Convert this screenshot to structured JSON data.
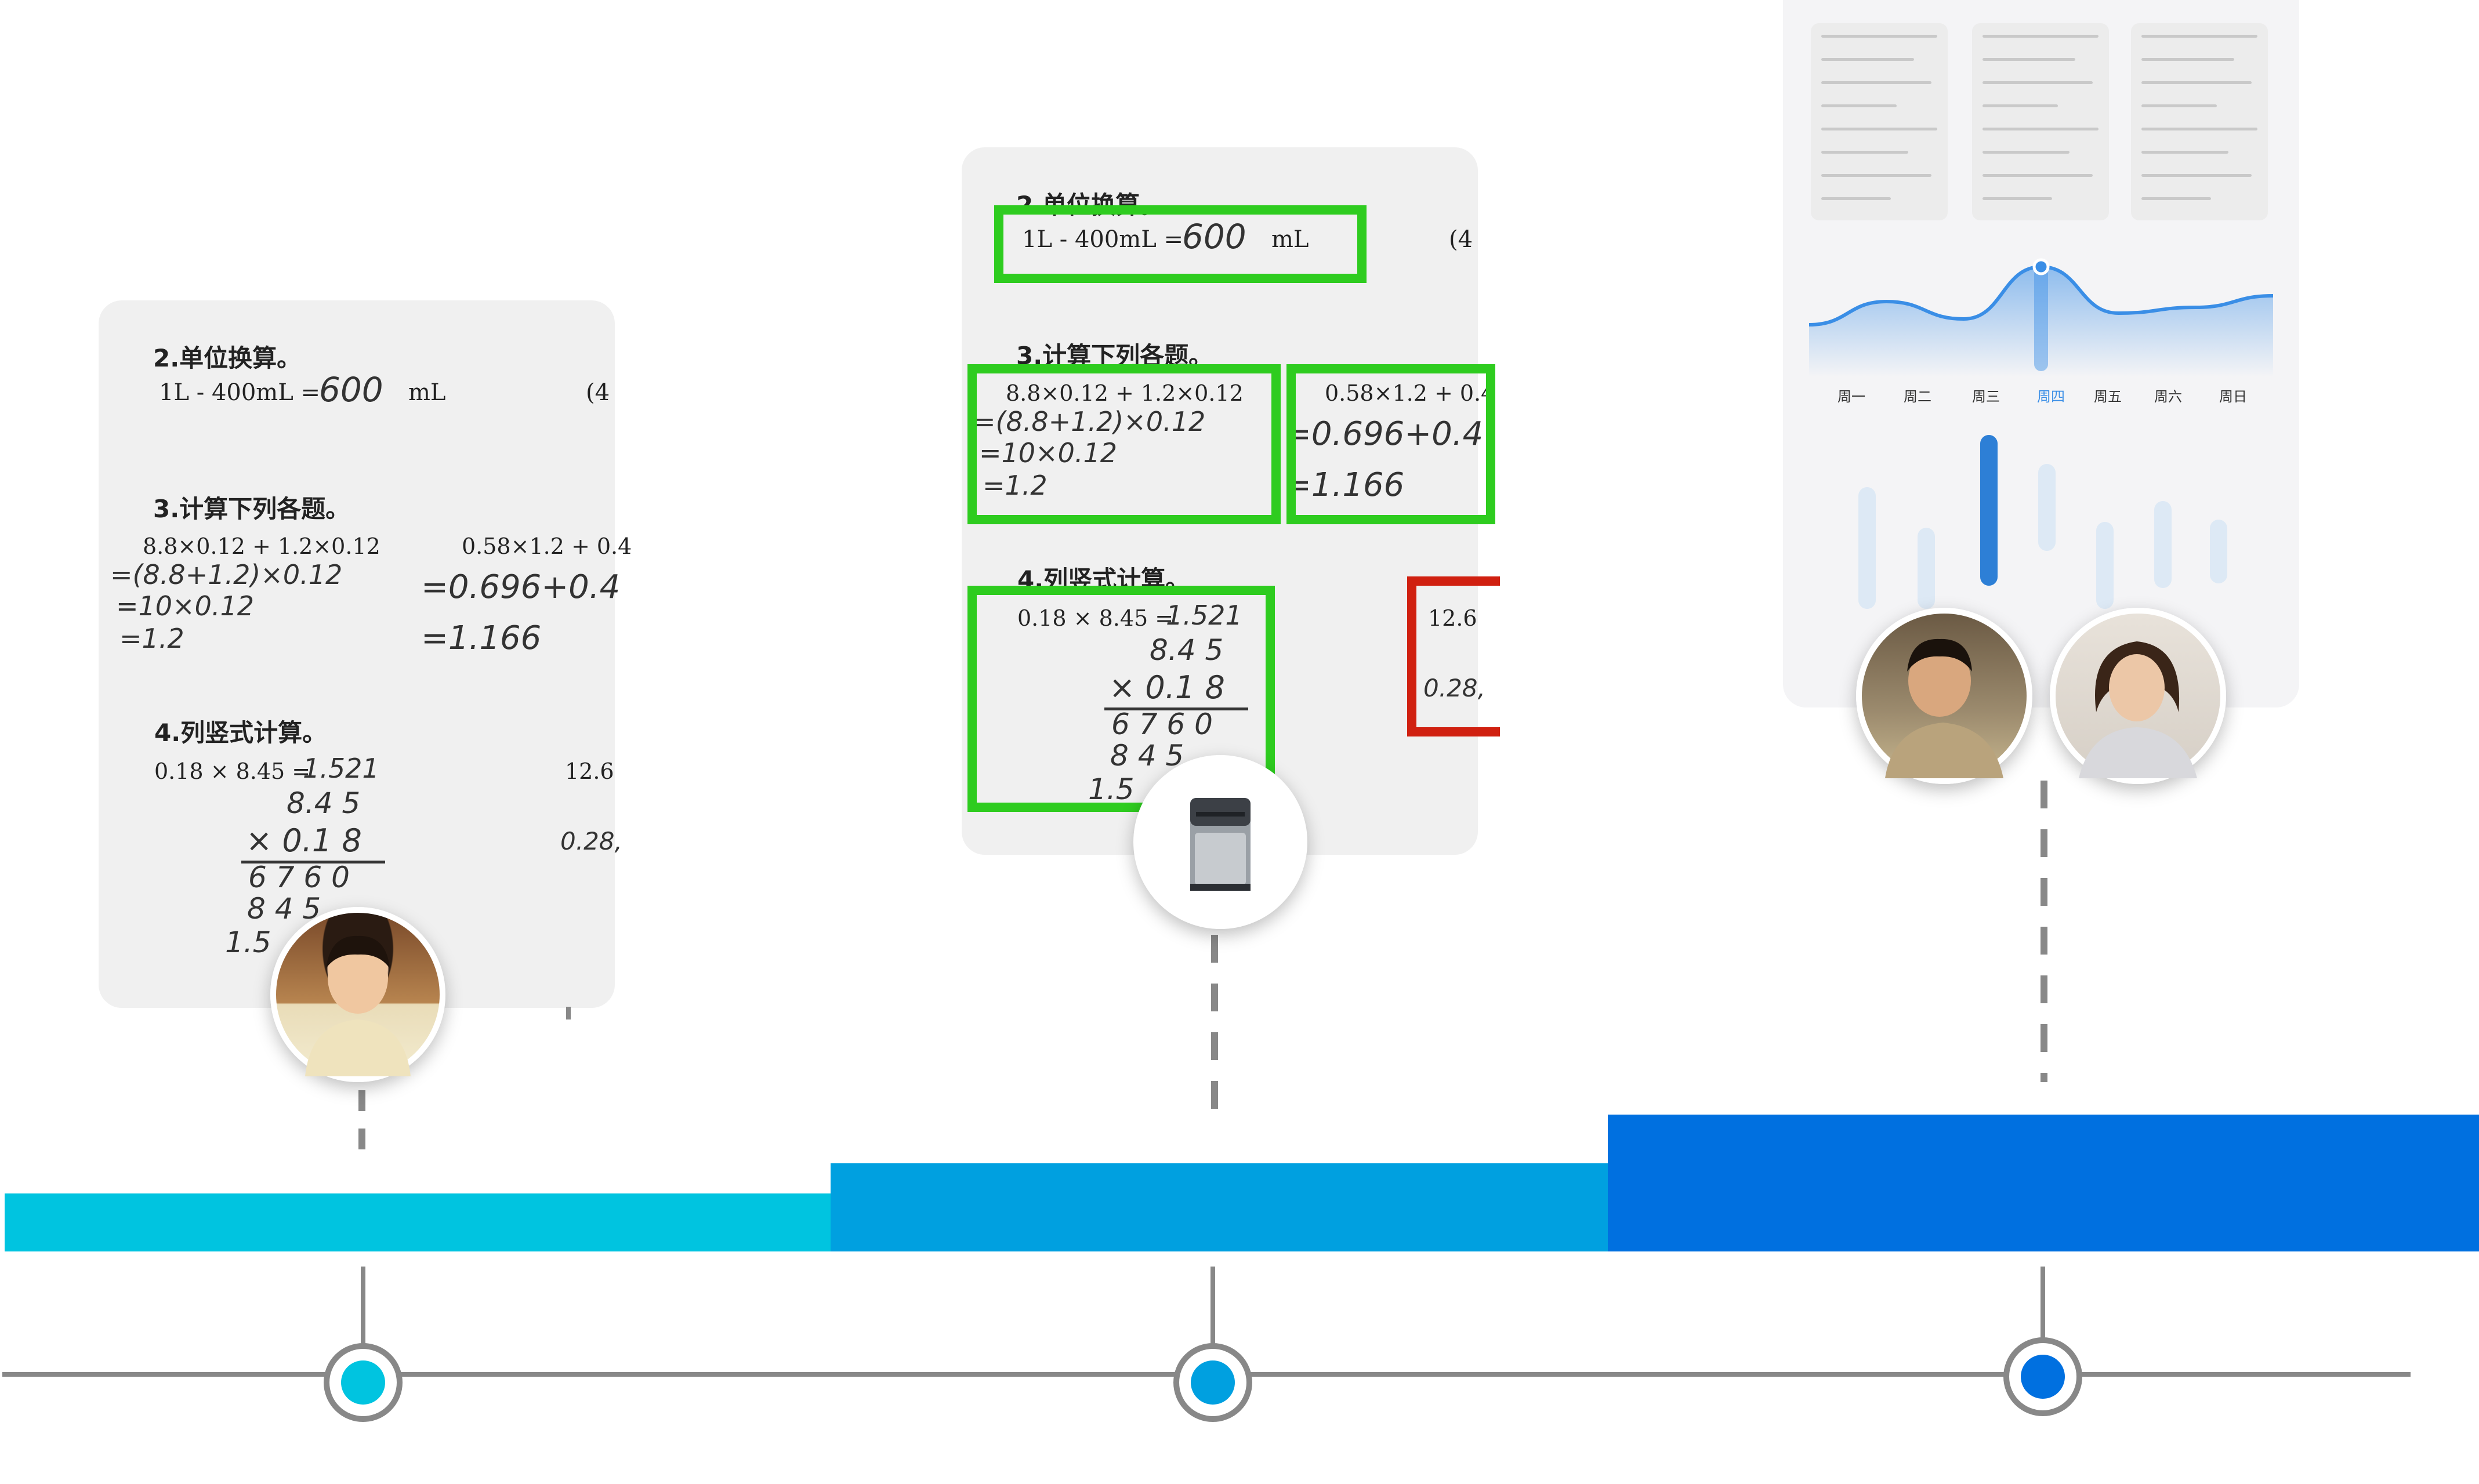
{
  "colors": {
    "stage1": "#00c4e0",
    "stage2": "#00a0e0",
    "stage3": "#0070e0",
    "axis": "#888888",
    "green_box": "#2ecc1f",
    "red_box": "#d02010",
    "chart_line": "#3a8ee6"
  },
  "stages": [
    {
      "node_color": "#00c4e0"
    },
    {
      "node_color": "#00a0e0"
    },
    {
      "node_color": "#0070e0"
    }
  ],
  "worksheet": {
    "q2": "2.单位换算。",
    "q2_expr": "1L - 400mL =",
    "q2_answer": "600",
    "q2_unit": "mL",
    "q2_cut": "(4",
    "q3": "3.计算下列各题。",
    "q3a": "8.8×0.12 + 1.2×0.12",
    "q3a_l1": "=(8.8+1.2)×0.12",
    "q3a_l2": "=10×0.12",
    "q3a_l3": "=1.2",
    "q3b": "0.58×1.2 + 0.4",
    "q3b_l1": "=0.696+0.4",
    "q3b_l2": "=1.166",
    "q4": "4.列竖式计算。",
    "q4a": "0.18 × 8.45 =",
    "q4a_answer": "1.521",
    "q4_v1": "8.4 5",
    "q4_v2": "× 0.1 8",
    "q4_v3": "6 7 6 0",
    "q4_v4": "8 4 5",
    "q4_v5": "1.5",
    "q4b": "12.6",
    "q4b_l1": "0.28,"
  },
  "weekly_chart": {
    "days": [
      "周一",
      "周二",
      "周三",
      "周四",
      "周五",
      "周六",
      "周日"
    ],
    "highlight_day": "周四"
  },
  "chart_data": {
    "type": "area",
    "categories": [
      "周一",
      "周二",
      "周三",
      "周四",
      "周五",
      "周六",
      "周日"
    ],
    "series": [
      {
        "values": [
          0.35,
          0.55,
          0.4,
          0.85,
          0.45,
          0.5,
          0.6
        ]
      }
    ],
    "highlight": "周四"
  },
  "icons": {
    "avatar_child": "child-photo",
    "device": "printer-device-icon",
    "avatar_man": "man-photo",
    "avatar_woman": "woman-photo"
  }
}
